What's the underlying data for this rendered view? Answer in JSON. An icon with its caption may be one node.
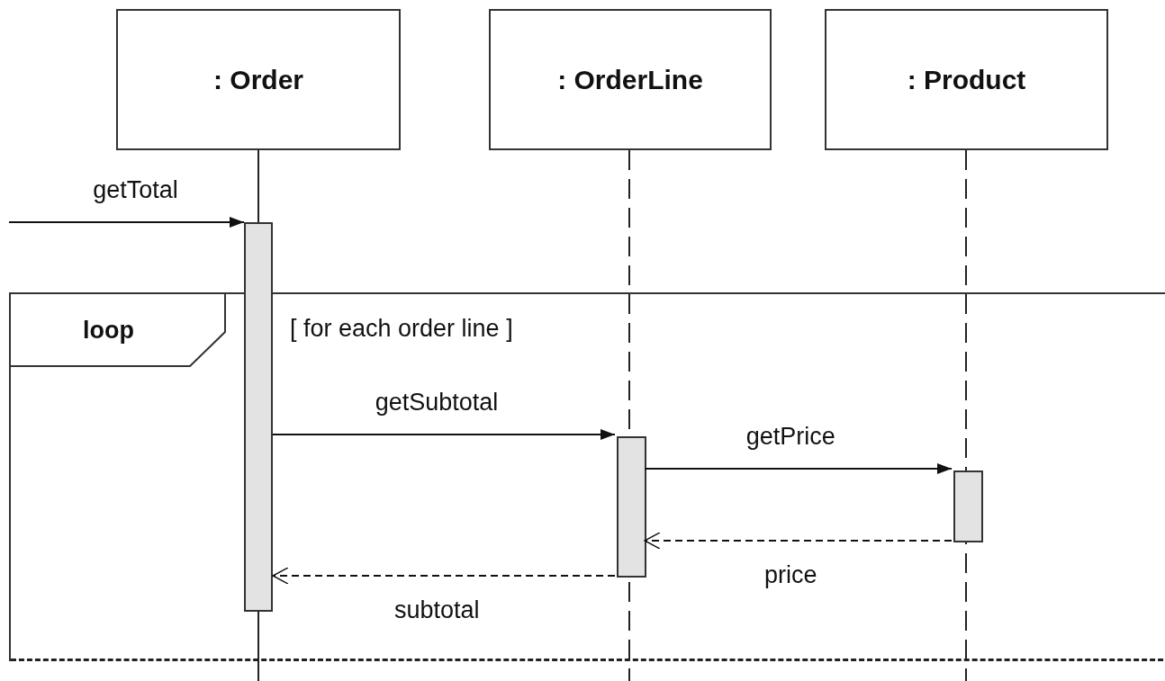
{
  "diagram": {
    "nodes": [
      {
        "text": [
          ": Order"
        ]
      },
      {
        "text": [
          ": OrderLine"
        ]
      },
      {
        "text": [
          ": Product"
        ]
      },
      {
        "text": [
          "loop",
          "[ for each order line ]"
        ]
      },
      {
        "text": [],
        "shape": "bar"
      },
      {
        "text": [],
        "shape": "bar",
        "in": 3
      },
      {
        "text": [],
        "shape": "bar",
        "in": 3
      }
    ],
    "edges": [
      {
        "from": null,
        "to": 4,
        "arrow": "to",
        "label": "getTotal"
      },
      {
        "from": 4,
        "to": 5,
        "arrow": "to",
        "label": "getSubtotal"
      },
      {
        "from": 5,
        "to": 6,
        "arrow": "to",
        "label": "getPrice"
      },
      {
        "from": 6,
        "to": 5,
        "arrow": "to",
        "label": "price",
        "style": "dashed"
      },
      {
        "from": 5,
        "to": 4,
        "arrow": "to",
        "label": "subtotal",
        "style": "dashed"
      }
    ]
  }
}
